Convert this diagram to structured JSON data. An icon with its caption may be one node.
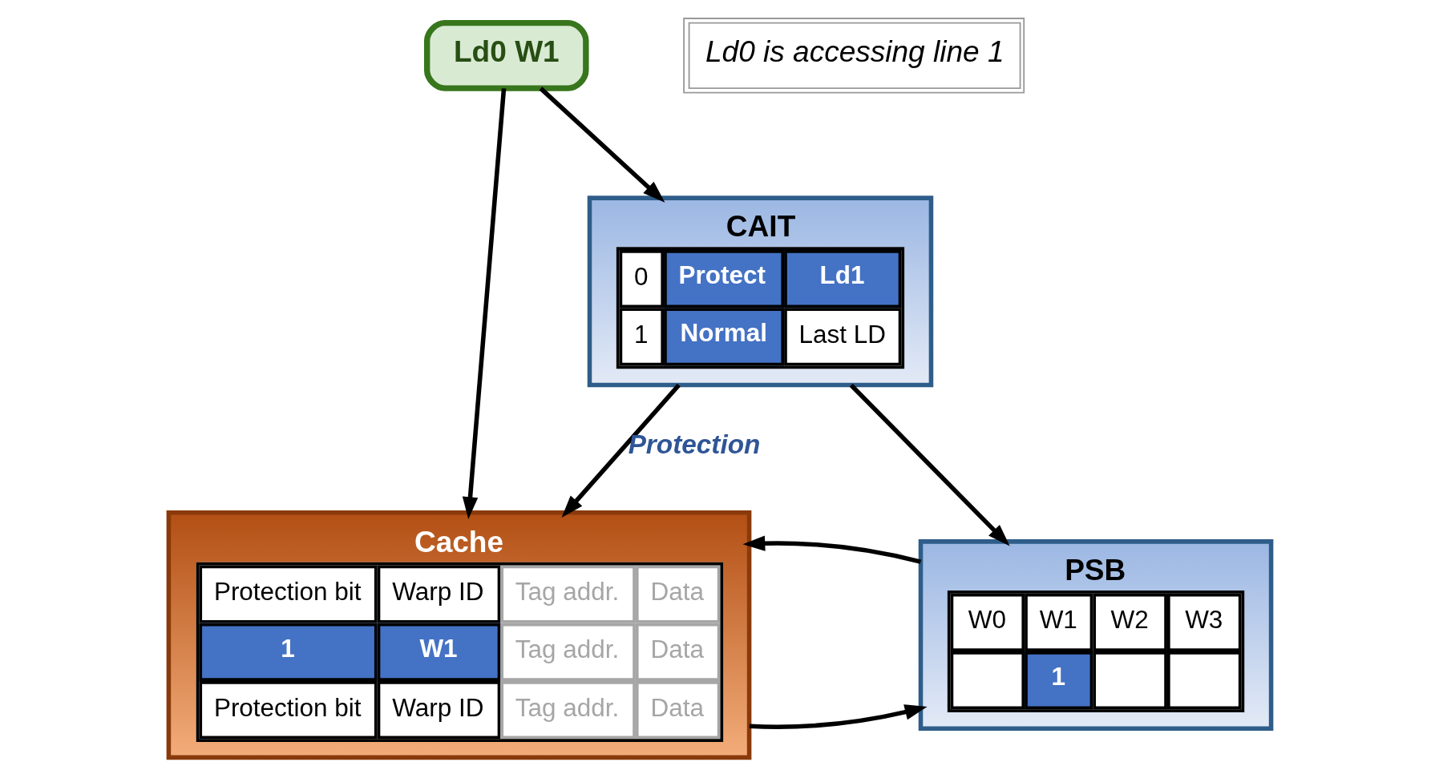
{
  "diagram": {
    "nodes": [
      {
        "text": [
          "Ld0 W1"
        ]
      },
      {
        "text": [
          "CAIT",
          "0",
          "Protect",
          "Ld1",
          "1",
          "Normal",
          "Last LD"
        ]
      },
      {
        "text": [
          "Cache",
          "Protection bit",
          "Warp ID",
          "Tag addr.",
          "Data",
          "1",
          "W1",
          "Tag addr.",
          "Data",
          "Protection bit",
          "Warp ID",
          "Tag addr.",
          "Data"
        ]
      },
      {
        "text": [
          "PSB",
          "W0",
          "W1",
          "W2",
          "W3",
          "1"
        ]
      }
    ],
    "edges": [
      {
        "from": 0,
        "to": 1,
        "arrow": "to"
      },
      {
        "from": 0,
        "to": 2,
        "arrow": "to"
      },
      {
        "from": 1,
        "to": 2,
        "arrow": "to",
        "label": "Protection"
      },
      {
        "from": 1,
        "to": 3,
        "arrow": "to"
      },
      {
        "from": 2,
        "to": 3,
        "arrow": "to"
      },
      {
        "from": 3,
        "to": 2,
        "arrow": "to"
      }
    ],
    "labels": [
      "Ld0 is accessing line 1"
    ]
  }
}
